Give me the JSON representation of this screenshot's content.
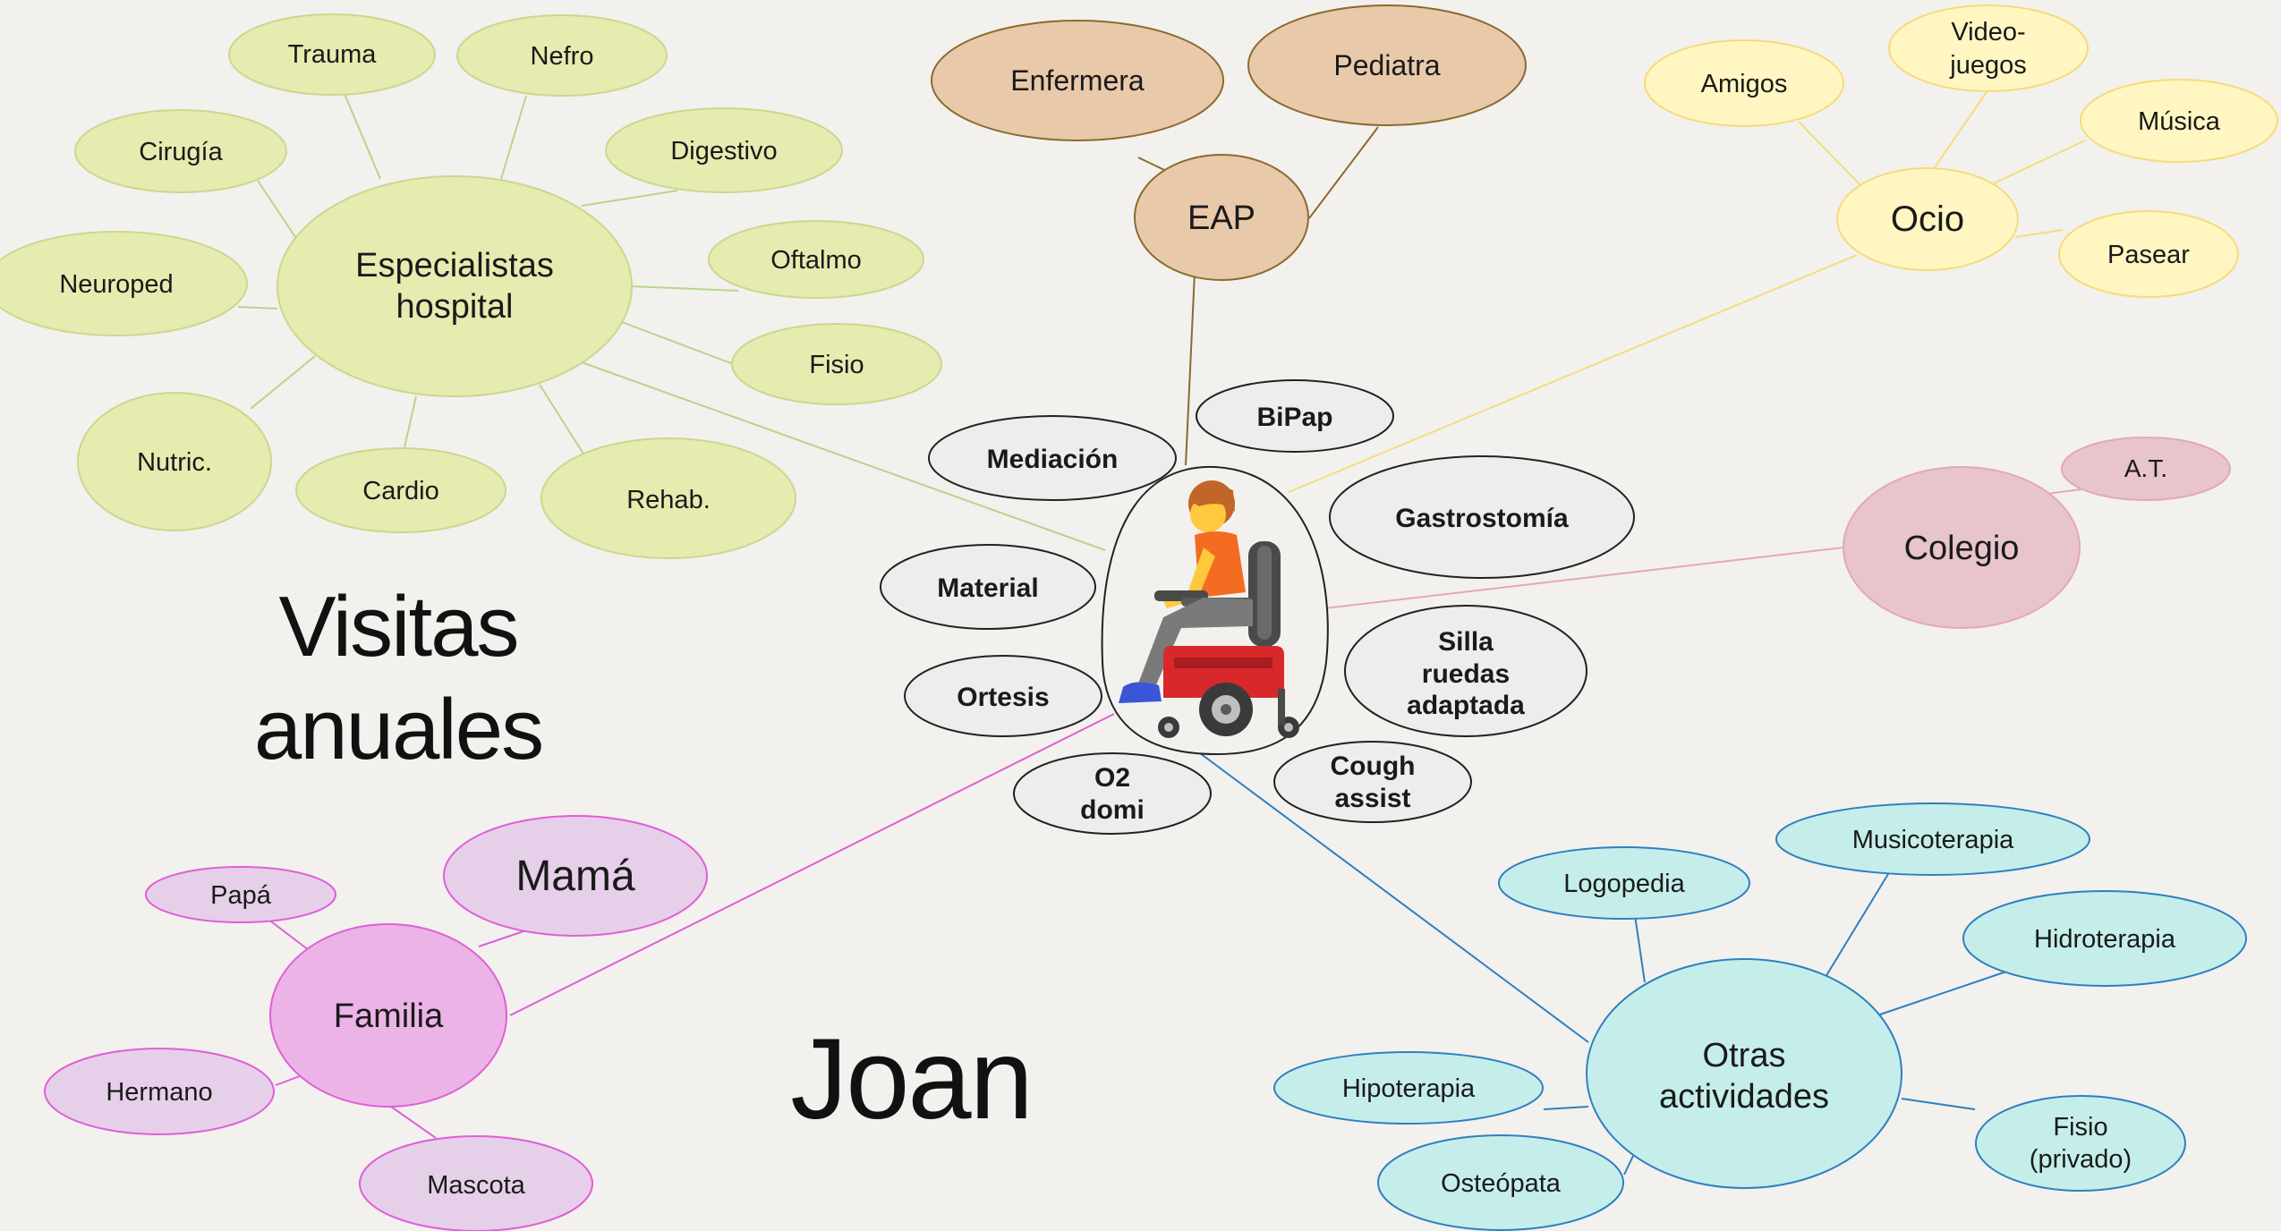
{
  "titles": {
    "visitas_line1": "Visitas",
    "visitas_line2": "anuales",
    "person_name": "Joan"
  },
  "colors": {
    "background": "#f2f1ee",
    "specialists_fill": "#e6ebb0",
    "specialists_stroke": "#c9d88f",
    "eap_fill": "#e8c9aa",
    "eap_stroke": "#8c6a2e",
    "leisure_fill": "#fff6c2",
    "leisure_stroke": "#f5dc7a",
    "school_fill": "#e8c4cc",
    "school_stroke": "#e3a8b6",
    "family_main_fill": "#ebb3e6",
    "family_fill": "#e6cfe9",
    "family_stroke": "#e05ed8",
    "activities_fill": "#c5eeea",
    "activities_stroke": "#2f7fbf",
    "equipment_fill": "#ededed",
    "equipment_stroke": "#222222"
  },
  "center": {
    "icon": "person-in-motorized-wheelchair-icon",
    "equipment": {
      "bipap": "BiPap",
      "mediacion": "Mediación",
      "gastrostomia": "Gastrostomía",
      "material": "Material",
      "silla_l1": "Silla",
      "silla_l2": "ruedas",
      "silla_l3": "adaptada",
      "ortesis": "Ortesis",
      "o2_l1": "O2",
      "o2_l2": "domi",
      "cough_l1": "Cough",
      "cough_l2": "assist"
    }
  },
  "specialists": {
    "main_l1": "Especialistas",
    "main_l2": "hospital",
    "trauma": "Trauma",
    "nefro": "Nefro",
    "cirugia": "Cirugía",
    "digestivo": "Digestivo",
    "neuroped": "Neuroped",
    "oftalmo": "Oftalmo",
    "fisio": "Fisio",
    "nutric": "Nutric.",
    "cardio": "Cardio",
    "rehab": "Rehab."
  },
  "eap": {
    "main": "EAP",
    "enfermera": "Enfermera",
    "pediatra": "Pediatra"
  },
  "leisure": {
    "main": "Ocio",
    "amigos": "Amigos",
    "videojuegos_l1": "Video-",
    "videojuegos_l2": "juegos",
    "musica": "Música",
    "pasear": "Pasear"
  },
  "school": {
    "main": "Colegio",
    "at": "A.T."
  },
  "family": {
    "main": "Familia",
    "papa": "Papá",
    "mama": "Mamá",
    "hermano": "Hermano",
    "mascota": "Mascota"
  },
  "activities": {
    "main_l1": "Otras",
    "main_l2": "actividades",
    "logopedia": "Logopedia",
    "musicoterapia": "Musicoterapia",
    "hidroterapia": "Hidroterapia",
    "hipoterapia": "Hipoterapia",
    "osteopata": "Osteópata",
    "fisio_l1": "Fisio",
    "fisio_l2": "(privado)"
  }
}
